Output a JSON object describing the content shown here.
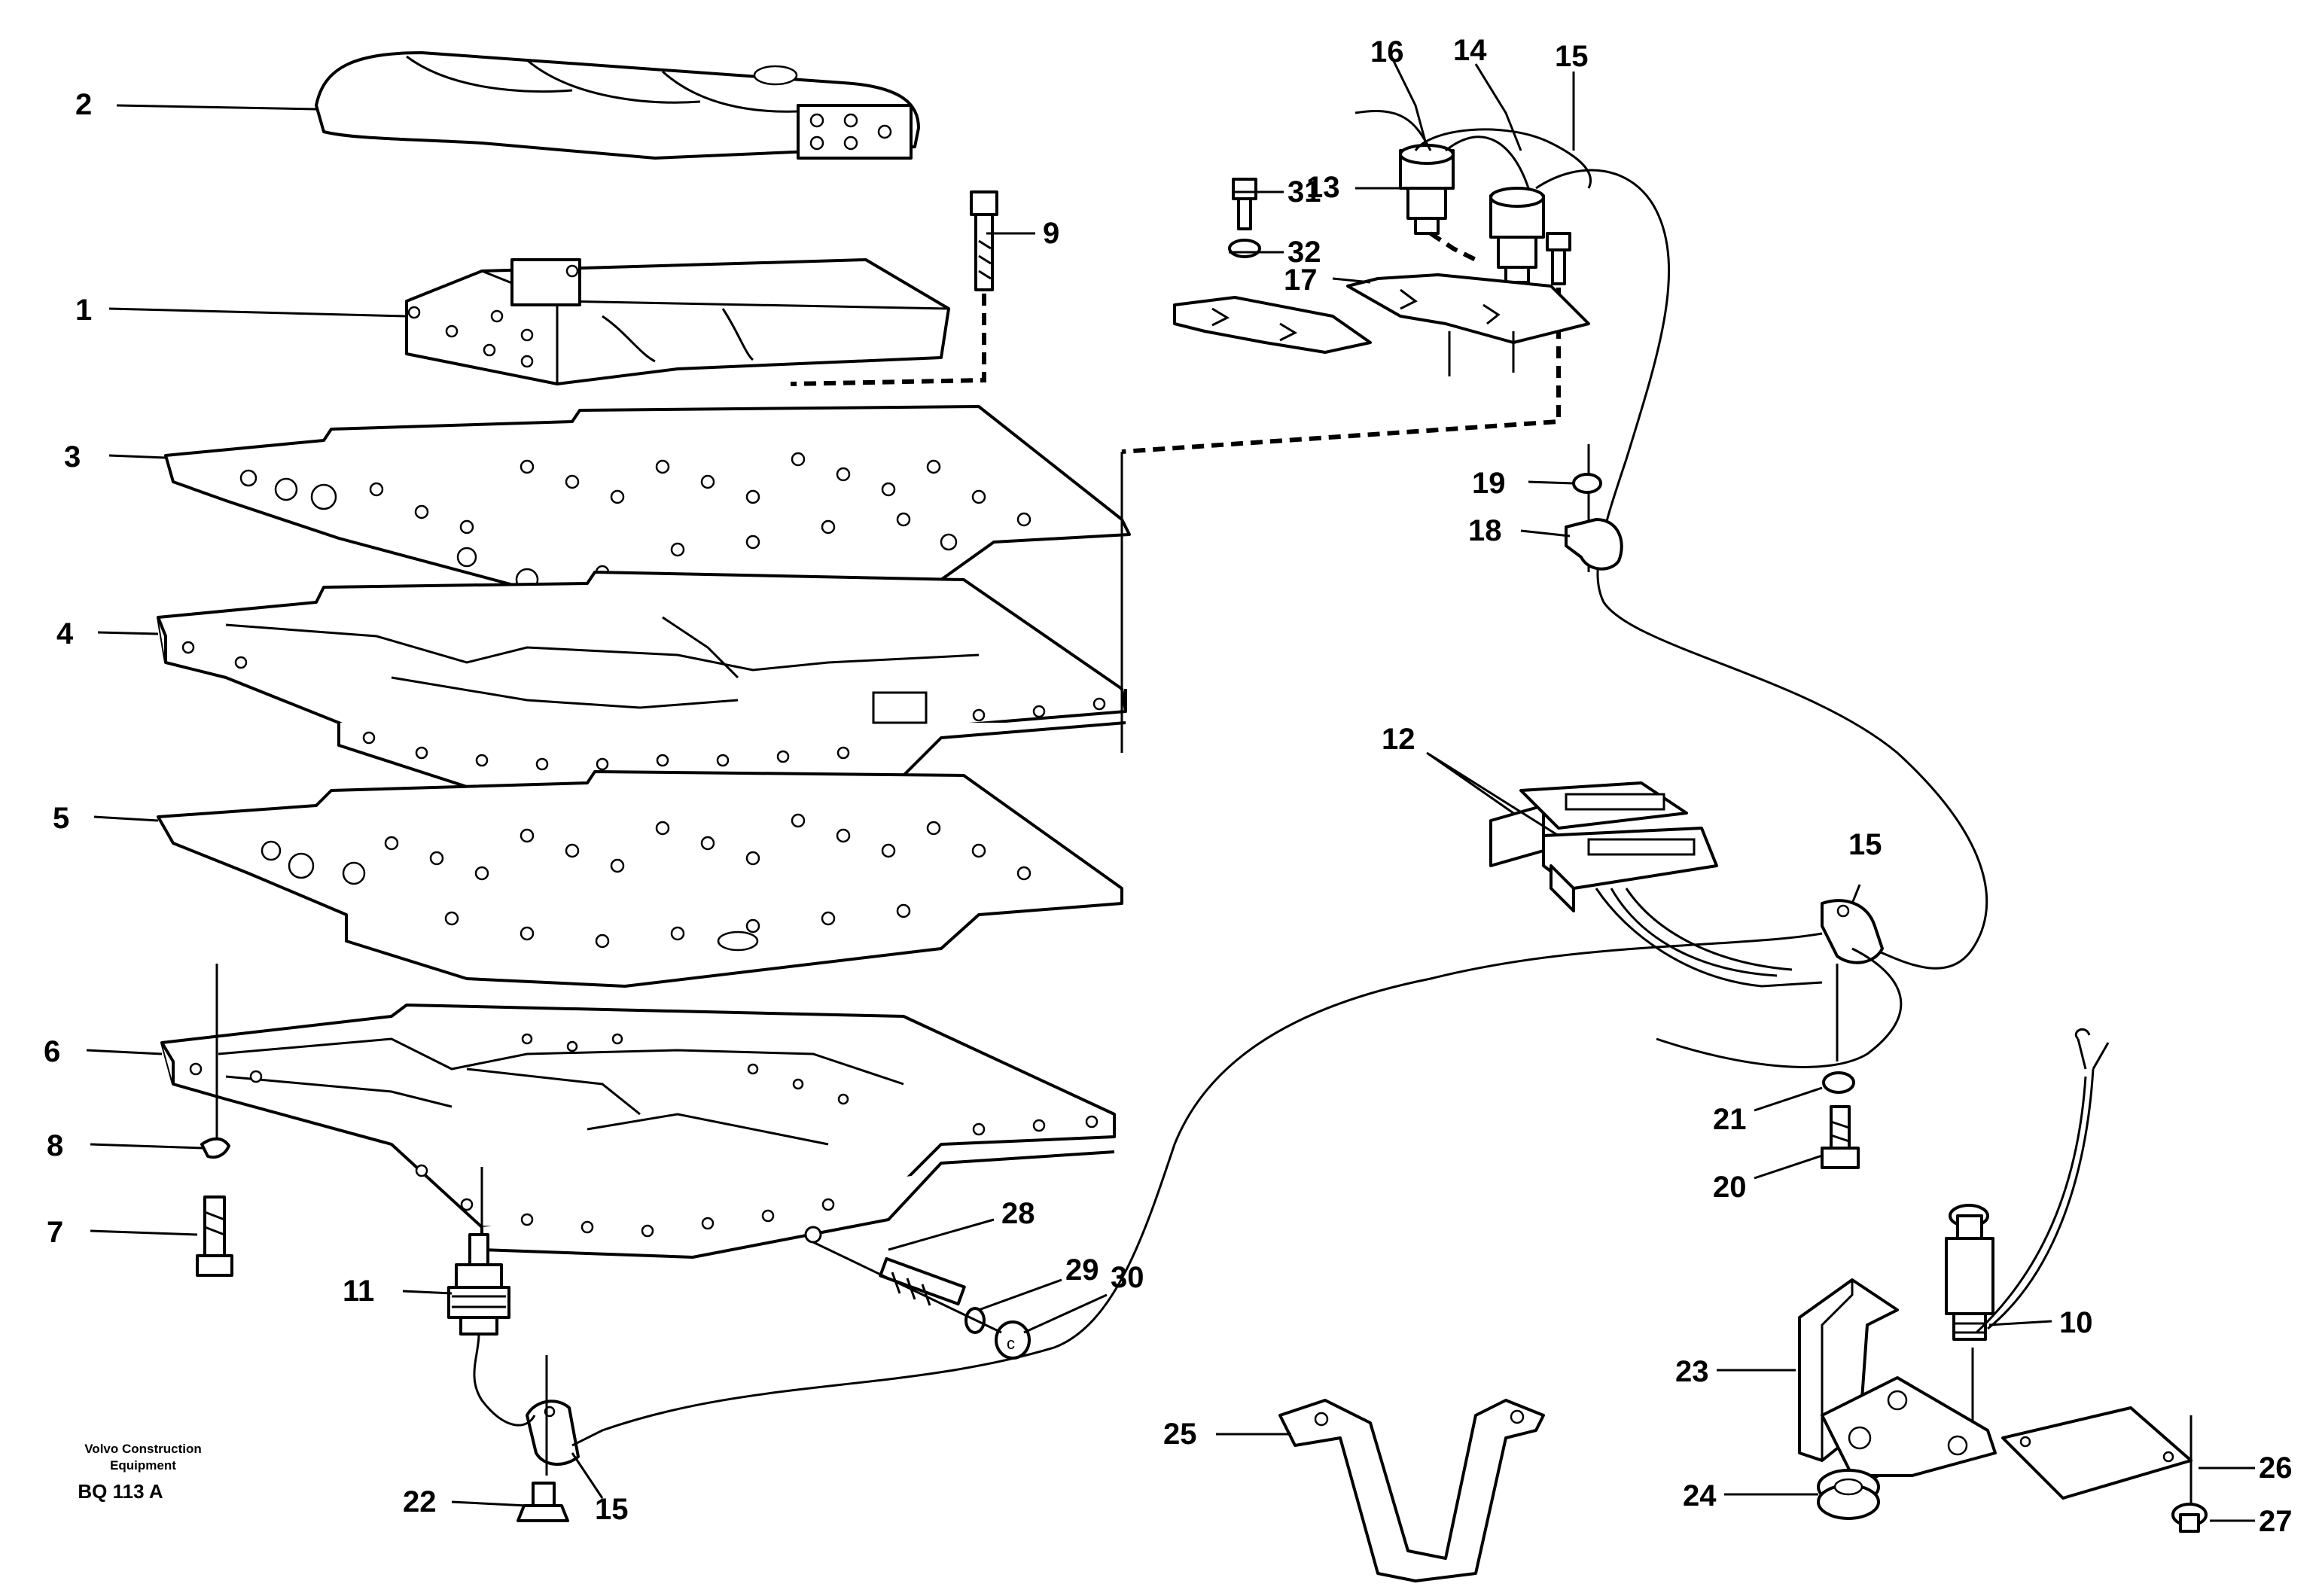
{
  "diagram": {
    "credit": {
      "line1": "Volvo Construction",
      "line2": "Equipment",
      "code": "BQ 113 A"
    },
    "callouts": [
      "1",
      "2",
      "3",
      "4",
      "5",
      "6",
      "7",
      "8",
      "9",
      "10",
      "11",
      "12",
      "13",
      "14",
      "15",
      "16",
      "17",
      "18",
      "19",
      "20",
      "21",
      "22",
      "23",
      "24",
      "25",
      "26",
      "27",
      "28",
      "29",
      "30",
      "31",
      "32"
    ],
    "callout_15_repeat": "15"
  }
}
